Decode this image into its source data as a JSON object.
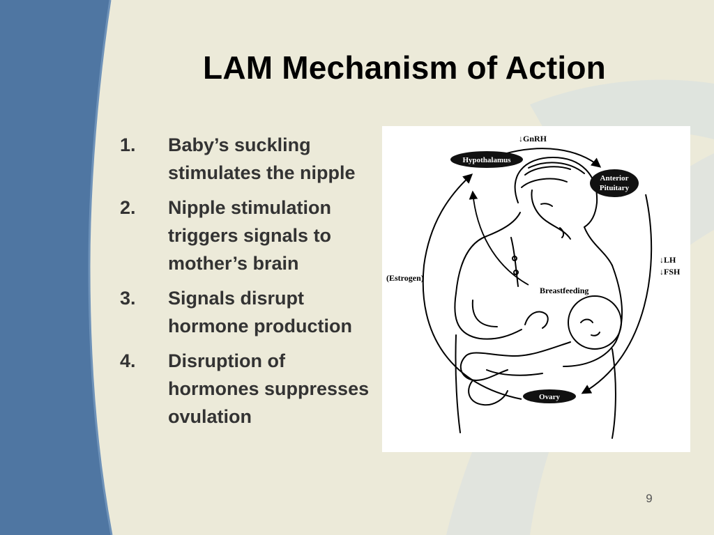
{
  "slide": {
    "title": "LAM Mechanism of Action",
    "page_number": "9"
  },
  "steps": [
    {
      "number": "1.",
      "text": "Baby’s suckling stimulates the nipple"
    },
    {
      "number": "2.",
      "text": "Nipple stimulation triggers signals to mother’s brain"
    },
    {
      "number": "3.",
      "text": "Signals disrupt hormone production"
    },
    {
      "number": "4.",
      "text": "Disruption of hormones suppresses ovulation"
    }
  ],
  "diagram": {
    "gnrh": "↓GnRH",
    "hypothalamus": "Hypothalamus",
    "anterior_pituitary_1": "Anterior",
    "anterior_pituitary_2": "Pituitary",
    "lh": "↓LH",
    "fsh": "↓FSH",
    "estrogen": "(Estrogen)",
    "breastfeeding": "Breastfeeding",
    "ovary": "Ovary"
  },
  "colors": {
    "background": "#ECEAD9",
    "left_band": "#4F76A2",
    "title": "#000000",
    "body_text": "#333333"
  }
}
